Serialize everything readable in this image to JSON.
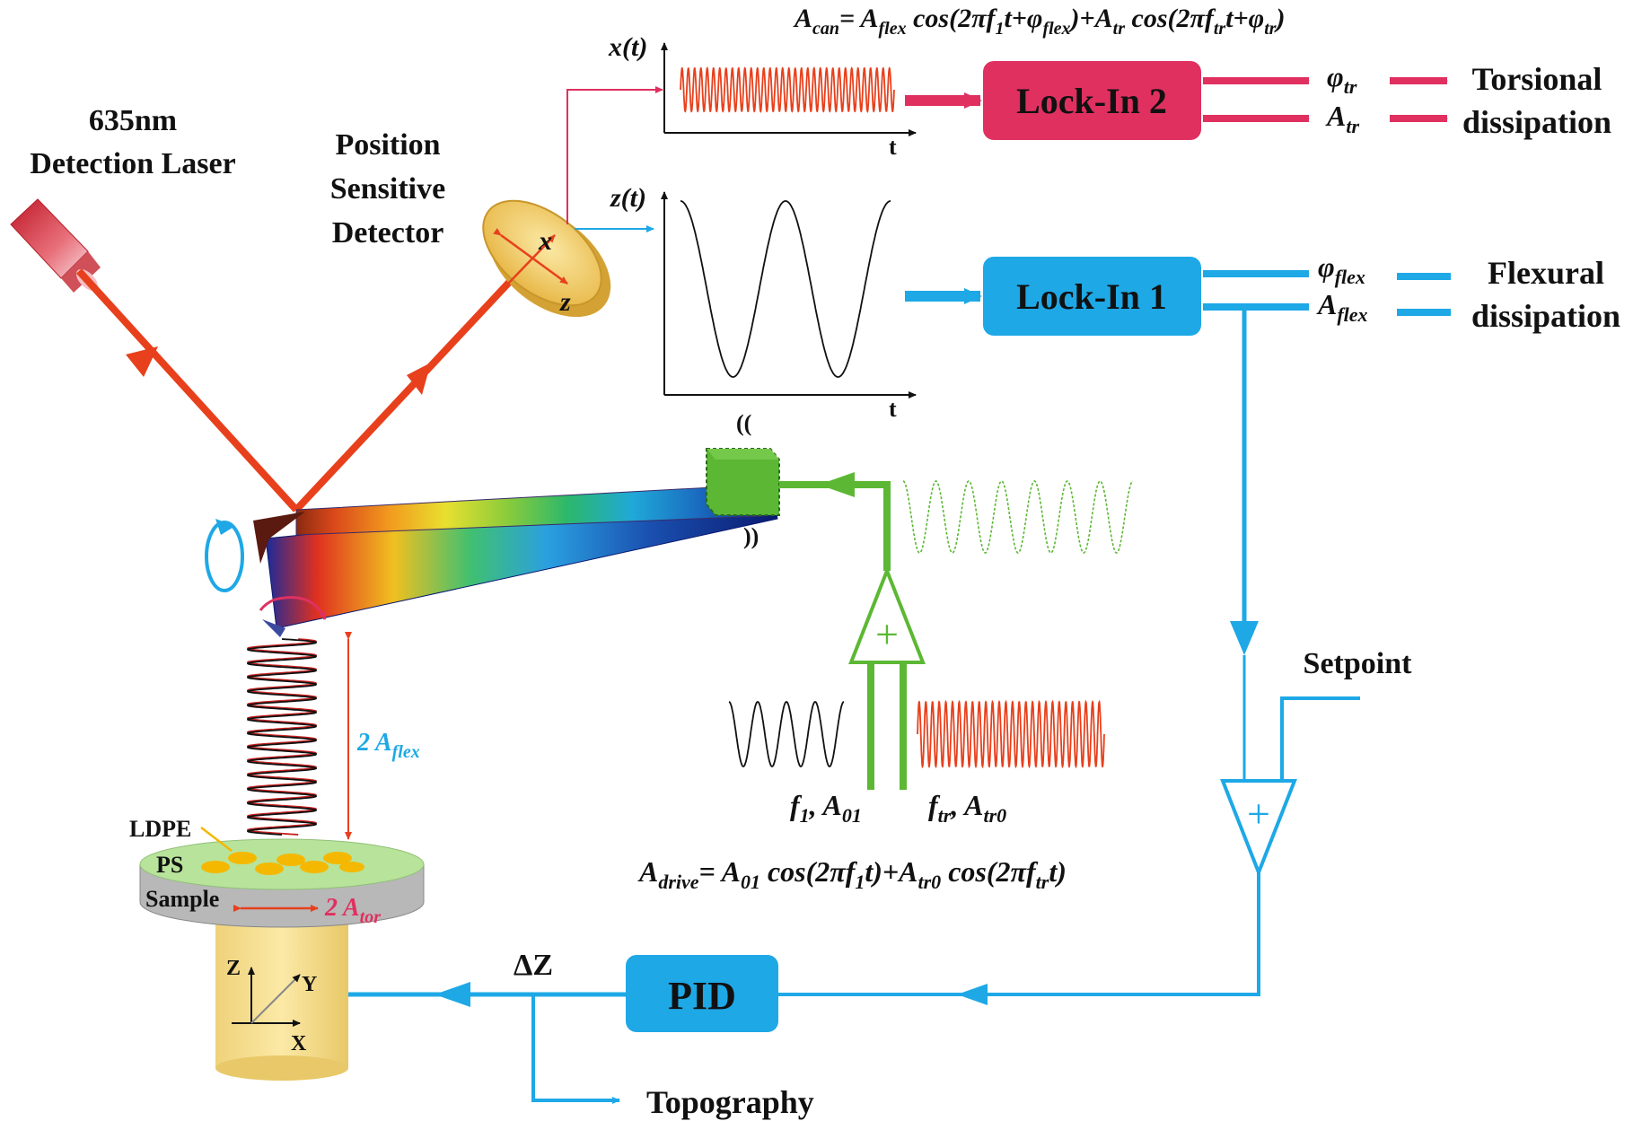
{
  "colors": {
    "laser_red": "#e8401c",
    "lockin2_pink": "#e03060",
    "flex_blue": "#1ea8e6",
    "drive_green": "#5cb834",
    "sample_yellow": "#f6e39a",
    "ps_green": "#b8e39a",
    "ldpe_orange": "#f5b800"
  },
  "labels": {
    "laser": [
      "635nm",
      "Detection Laser"
    ],
    "psd": [
      "Position",
      "Sensitive",
      "Detector"
    ],
    "psd_x": "x",
    "psd_z": "z",
    "xt": "x(t)",
    "zt": "z(t)",
    "t": "t",
    "lockin2": "Lock-In 2",
    "lockin1": "Lock-In 1",
    "phi_tr": "φ",
    "phi_tr_sub": "tr",
    "a_tr": "A",
    "a_tr_sub": "tr",
    "phi_flex": "φ",
    "phi_flex_sub": "flex",
    "a_flex": "A",
    "a_flex_sub": "flex",
    "torsional": [
      "Torsional",
      "dissipation"
    ],
    "flexural": [
      "Flexural",
      "dissipation"
    ],
    "setpoint": "Setpoint",
    "pid": "PID",
    "delta_z": "ΔZ",
    "topography": "Topography",
    "two_aflex": "2 A",
    "two_aflex_sub": "flex",
    "two_ator": "2 A",
    "two_ator_sub": "tor",
    "ldpe": "LDPE",
    "ps": "PS",
    "sample": "Sample",
    "axis_z": "Z",
    "axis_y": "Y",
    "axis_x": "X",
    "plus": "+",
    "f1a01": [
      "f",
      "1",
      ", A",
      "01"
    ],
    "ftratr0": [
      "f",
      "tr",
      ", A",
      "tr0"
    ]
  },
  "equations": {
    "a_can": "A_can = A_flex cos(2πf_1t+φ_flex)+A_tr cos(2πf_trt+φ_tr)",
    "a_drive": "A_drive = A_01 cos(2πf_1t)+A_tr0 cos(2πf_trt)"
  }
}
